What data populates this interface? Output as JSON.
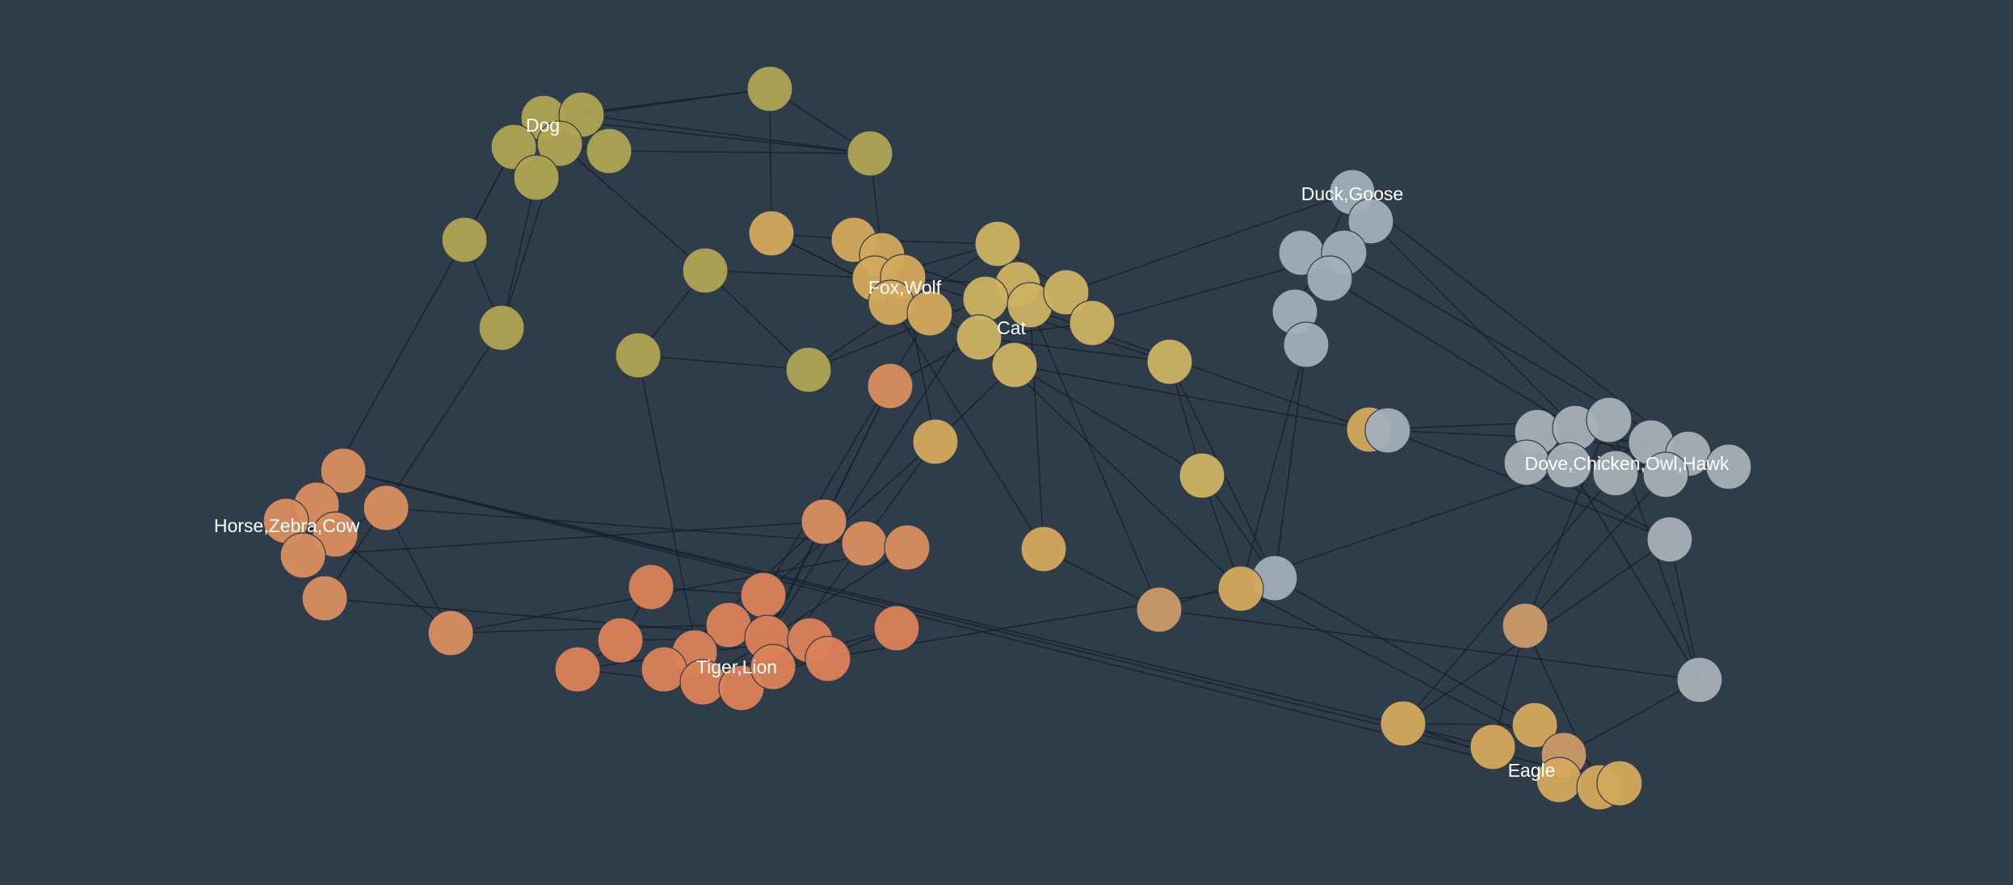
{
  "clusters": [
    {
      "id": "dog",
      "label": "Dog",
      "color": "#b0a452"
    },
    {
      "id": "foxwolf",
      "label": "Fox,Wolf",
      "color": "#d4a95c"
    },
    {
      "id": "cat",
      "label": "Cat",
      "color": "#cdb262"
    },
    {
      "id": "duckgoose",
      "label": "Duck,Goose",
      "color": "#a2afb8"
    },
    {
      "id": "birds",
      "label": "Dove,Chicken,Owl,Hawk",
      "color": "#a7b0b5"
    },
    {
      "id": "horse",
      "label": "Horse,Zebra,Cow",
      "color": "#d98e5e"
    },
    {
      "id": "tigerlion",
      "label": "Tiger,Lion",
      "color": "#dc8259"
    },
    {
      "id": "eagle",
      "label": "Eagle",
      "color": "#cc9a68"
    }
  ]
}
